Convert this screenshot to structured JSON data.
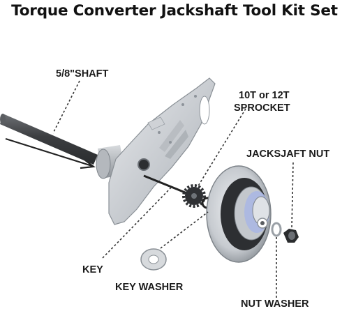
{
  "title": "Torque Converter Jackshaft Tool Kit Set",
  "labels": {
    "shaft": "5/8\"SHAFT",
    "sprocket_line1": "10T or 12T",
    "sprocket_line2": "SPROCKET",
    "jackshaft_nut": "JACKSJAFT NUT",
    "key": "KEY",
    "key_washer": "KEY WASHER",
    "nut_washer": "NUT WASHER"
  },
  "colors": {
    "metal": "#c9cdd2",
    "metal_dark": "#8d939a",
    "shaft": "#4f5256",
    "accent_blue": "#a9b6e4"
  }
}
